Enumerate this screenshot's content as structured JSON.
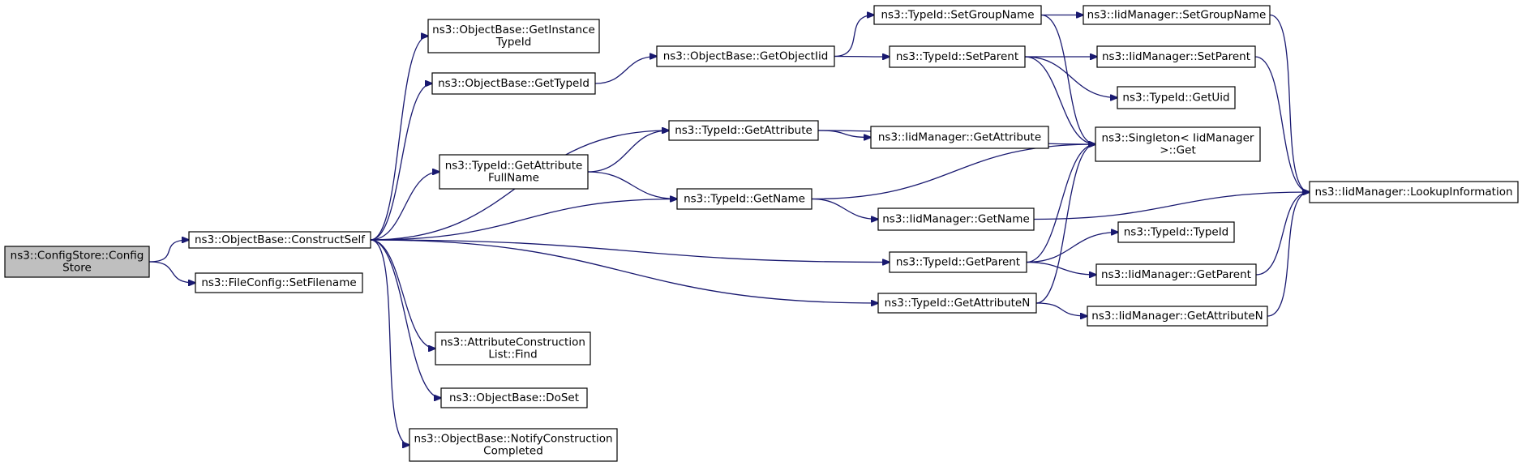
{
  "colors": {
    "edge": "#191970",
    "node_fill": "#ffffff",
    "root_fill": "#bfbfbf",
    "border": "#000000"
  },
  "nodes": [
    {
      "id": "configstore",
      "name": "node-configstore-ctor",
      "lines": [
        "ns3::ConfigStore::Config",
        "Store"
      ],
      "root": true
    },
    {
      "id": "constructself",
      "name": "node-objectbase-constructself",
      "lines": [
        "ns3::ObjectBase::ConstructSelf"
      ]
    },
    {
      "id": "setfilename",
      "name": "node-fileconfig-setfilename",
      "lines": [
        "ns3::FileConfig::SetFilename"
      ]
    },
    {
      "id": "getinstancetypeid",
      "name": "node-objectbase-getinstancetypeid",
      "lines": [
        "ns3::ObjectBase::GetInstance",
        "TypeId"
      ]
    },
    {
      "id": "gettypeid",
      "name": "node-objectbase-gettypeid",
      "lines": [
        "ns3::ObjectBase::GetTypeId"
      ]
    },
    {
      "id": "getattributefullname",
      "name": "node-typeid-getattributefullname",
      "lines": [
        "ns3::TypeId::GetAttribute",
        "FullName"
      ]
    },
    {
      "id": "acl_find",
      "name": "node-attributeconstructionlist-find",
      "lines": [
        "ns3::AttributeConstruction",
        "List::Find"
      ]
    },
    {
      "id": "doset",
      "name": "node-objectbase-doset",
      "lines": [
        "ns3::ObjectBase::DoSet"
      ]
    },
    {
      "id": "notifyconstruction",
      "name": "node-objectbase-notifyconstructioncompleted",
      "lines": [
        "ns3::ObjectBase::NotifyConstruction",
        "Completed"
      ]
    },
    {
      "id": "getobjectiid",
      "name": "node-objectbase-getobjectiid",
      "lines": [
        "ns3::ObjectBase::GetObjectIid"
      ]
    },
    {
      "id": "getattribute",
      "name": "node-typeid-getattribute",
      "lines": [
        "ns3::TypeId::GetAttribute"
      ]
    },
    {
      "id": "getname",
      "name": "node-typeid-getname",
      "lines": [
        "ns3::TypeId::GetName"
      ]
    },
    {
      "id": "setgroupname",
      "name": "node-typeid-setgroupname",
      "lines": [
        "ns3::TypeId::SetGroupName"
      ]
    },
    {
      "id": "setparent",
      "name": "node-typeid-setparent",
      "lines": [
        "ns3::TypeId::SetParent"
      ]
    },
    {
      "id": "iid_getattribute",
      "name": "node-iidmanager-getattribute",
      "lines": [
        "ns3::IidManager::GetAttribute"
      ]
    },
    {
      "id": "iid_getname",
      "name": "node-iidmanager-getname",
      "lines": [
        "ns3::IidManager::GetName"
      ]
    },
    {
      "id": "getparent",
      "name": "node-typeid-getparent",
      "lines": [
        "ns3::TypeId::GetParent"
      ]
    },
    {
      "id": "getattributen",
      "name": "node-typeid-getattributen",
      "lines": [
        "ns3::TypeId::GetAttributeN"
      ]
    },
    {
      "id": "iid_setgroupname",
      "name": "node-iidmanager-setgroupname",
      "lines": [
        "ns3::IidManager::SetGroupName"
      ]
    },
    {
      "id": "iid_setparent",
      "name": "node-iidmanager-setparent",
      "lines": [
        "ns3::IidManager::SetParent"
      ]
    },
    {
      "id": "getuid",
      "name": "node-typeid-getuid",
      "lines": [
        "ns3::TypeId::GetUid"
      ]
    },
    {
      "id": "singleton_get",
      "name": "node-singleton-iidmanager-get",
      "lines": [
        "ns3::Singleton< IidManager",
        ">::Get"
      ]
    },
    {
      "id": "typeid_typeid",
      "name": "node-typeid-typeid",
      "lines": [
        "ns3::TypeId::TypeId"
      ]
    },
    {
      "id": "iid_getparent",
      "name": "node-iidmanager-getparent",
      "lines": [
        "ns3::IidManager::GetParent"
      ]
    },
    {
      "id": "iid_getattributen",
      "name": "node-iidmanager-getattributen",
      "lines": [
        "ns3::IidManager::GetAttributeN"
      ]
    },
    {
      "id": "lookupinformation",
      "name": "node-iidmanager-lookupinformation",
      "lines": [
        "ns3::IidManager::LookupInformation"
      ]
    }
  ],
  "edges": [
    [
      "configstore",
      "constructself"
    ],
    [
      "configstore",
      "setfilename"
    ],
    [
      "constructself",
      "getinstancetypeid"
    ],
    [
      "constructself",
      "gettypeid"
    ],
    [
      "constructself",
      "getattribute"
    ],
    [
      "constructself",
      "getattributefullname"
    ],
    [
      "constructself",
      "getname"
    ],
    [
      "constructself",
      "getparent"
    ],
    [
      "constructself",
      "getattributen"
    ],
    [
      "constructself",
      "acl_find"
    ],
    [
      "constructself",
      "doset"
    ],
    [
      "constructself",
      "notifyconstruction"
    ],
    [
      "gettypeid",
      "getobjectiid"
    ],
    [
      "getobjectiid",
      "setgroupname"
    ],
    [
      "getobjectiid",
      "setparent"
    ],
    [
      "getattributefullname",
      "getattribute"
    ],
    [
      "getattributefullname",
      "getname"
    ],
    [
      "getattribute",
      "iid_getattribute"
    ],
    [
      "getattribute",
      "singleton_get"
    ],
    [
      "getname",
      "singleton_get"
    ],
    [
      "getname",
      "iid_getname"
    ],
    [
      "setgroupname",
      "iid_setgroupname"
    ],
    [
      "setgroupname",
      "singleton_get"
    ],
    [
      "setparent",
      "iid_setparent"
    ],
    [
      "setparent",
      "getuid"
    ],
    [
      "setparent",
      "singleton_get"
    ],
    [
      "getparent",
      "singleton_get"
    ],
    [
      "getparent",
      "typeid_typeid"
    ],
    [
      "getparent",
      "iid_getparent"
    ],
    [
      "getattributen",
      "singleton_get"
    ],
    [
      "getattributen",
      "iid_getattributen"
    ],
    [
      "iid_setgroupname",
      "lookupinformation"
    ],
    [
      "iid_setparent",
      "lookupinformation"
    ],
    [
      "iid_getname",
      "lookupinformation"
    ],
    [
      "iid_getparent",
      "lookupinformation"
    ],
    [
      "iid_getattributen",
      "lookupinformation"
    ]
  ]
}
